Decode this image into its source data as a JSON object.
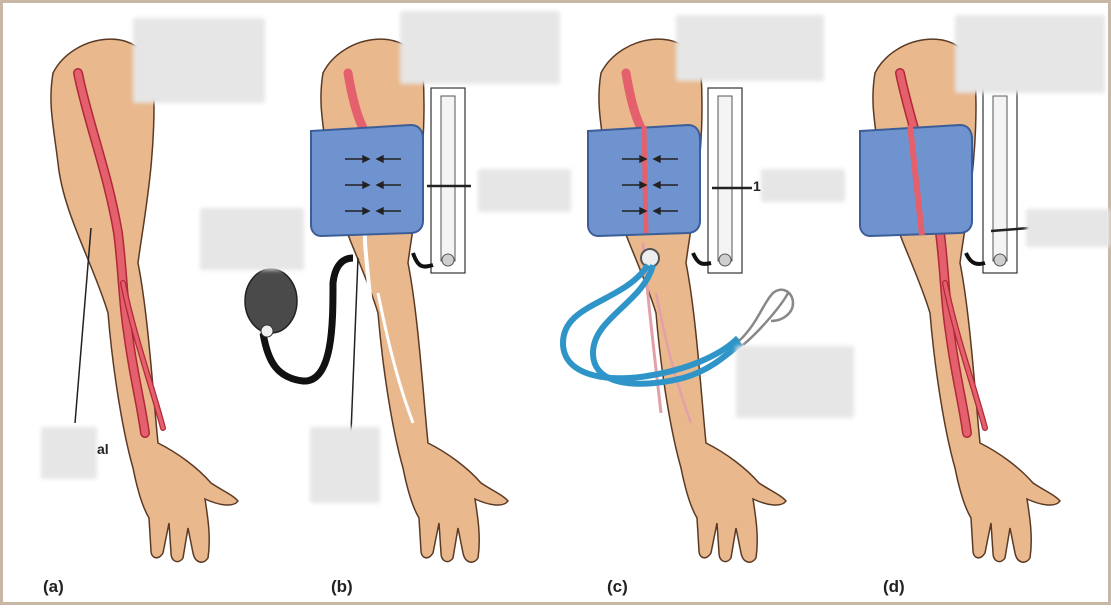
{
  "panels": [
    {
      "label": "(a)"
    },
    {
      "label": "(b)"
    },
    {
      "label": "(c)"
    },
    {
      "label": "(d)"
    }
  ],
  "fragments": {
    "a_label_tail": "al",
    "c_gauge_tail": "1"
  },
  "colors": {
    "skin": "#e9b88c",
    "skin_outline": "#5a3a25",
    "artery": "#e4606c",
    "artery_dark": "#b0283a",
    "cuff": "#6f93cf",
    "cuff_dark": "#3c5e98",
    "stethoscope": "#2f95c8",
    "bulb": "#4a4a4a",
    "mask": "#e6e6e6"
  }
}
